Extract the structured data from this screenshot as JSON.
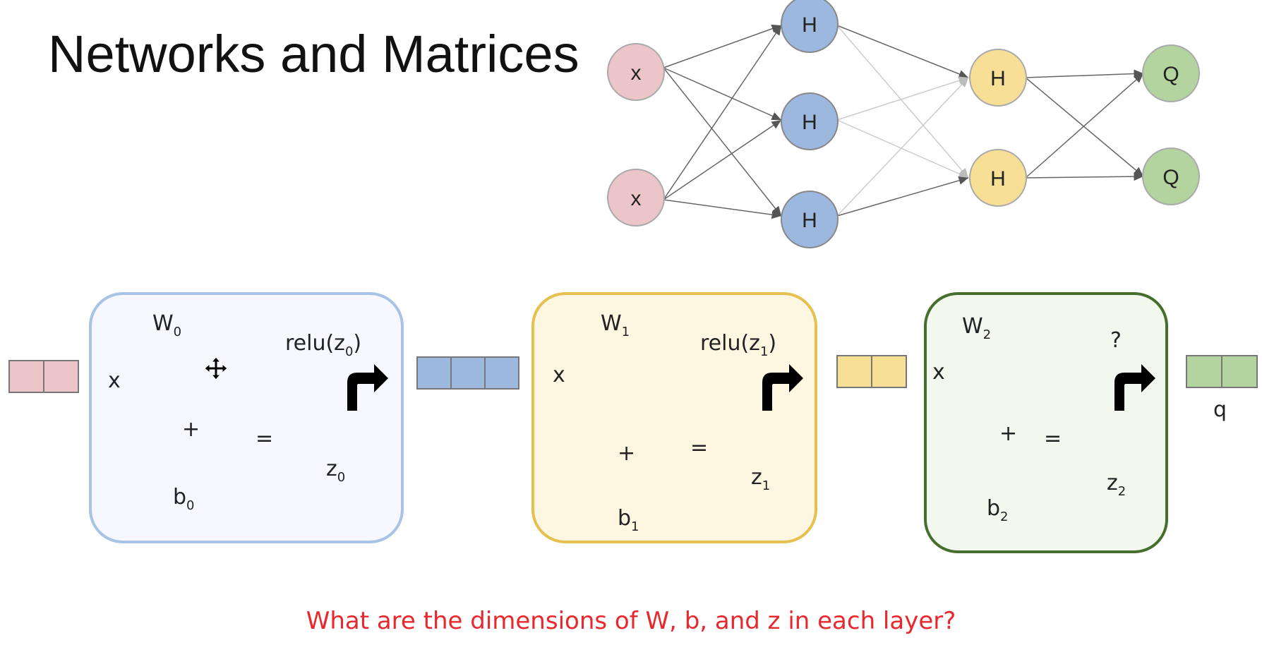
{
  "title": "Networks and Matrices",
  "colors": {
    "input": "#ebc5c8",
    "hidden1": "#9cb8df",
    "hidden2": "#f7df95",
    "output": "#b3d39f",
    "question": "#e8282d"
  },
  "network": {
    "input_nodes": [
      "x",
      "x"
    ],
    "hidden1_nodes": [
      "H",
      "H",
      "H"
    ],
    "hidden2_nodes": [
      "H",
      "H"
    ],
    "output_nodes": [
      "Q",
      "Q"
    ]
  },
  "layers": [
    {
      "weight": "W",
      "weight_sub": "0",
      "x": "x",
      "plus": "+",
      "equals": "=",
      "bias": "b",
      "bias_sub": "0",
      "z": "z",
      "z_sub": "0",
      "act_pre": "relu(z",
      "act_sub": "0",
      "act_post": ")"
    },
    {
      "weight": "W",
      "weight_sub": "1",
      "x": "x",
      "plus": "+",
      "equals": "=",
      "bias": "b",
      "bias_sub": "1",
      "z": "z",
      "z_sub": "1",
      "act_pre": "relu(z",
      "act_sub": "1",
      "act_post": ")"
    },
    {
      "weight": "W",
      "weight_sub": "2",
      "x": "x",
      "plus": "+",
      "equals": "=",
      "bias": "b",
      "bias_sub": "2",
      "z": "z",
      "z_sub": "2",
      "act": "?"
    }
  ],
  "output_label": "q",
  "question": "What are the dimensions of W, b, and z in each layer?"
}
